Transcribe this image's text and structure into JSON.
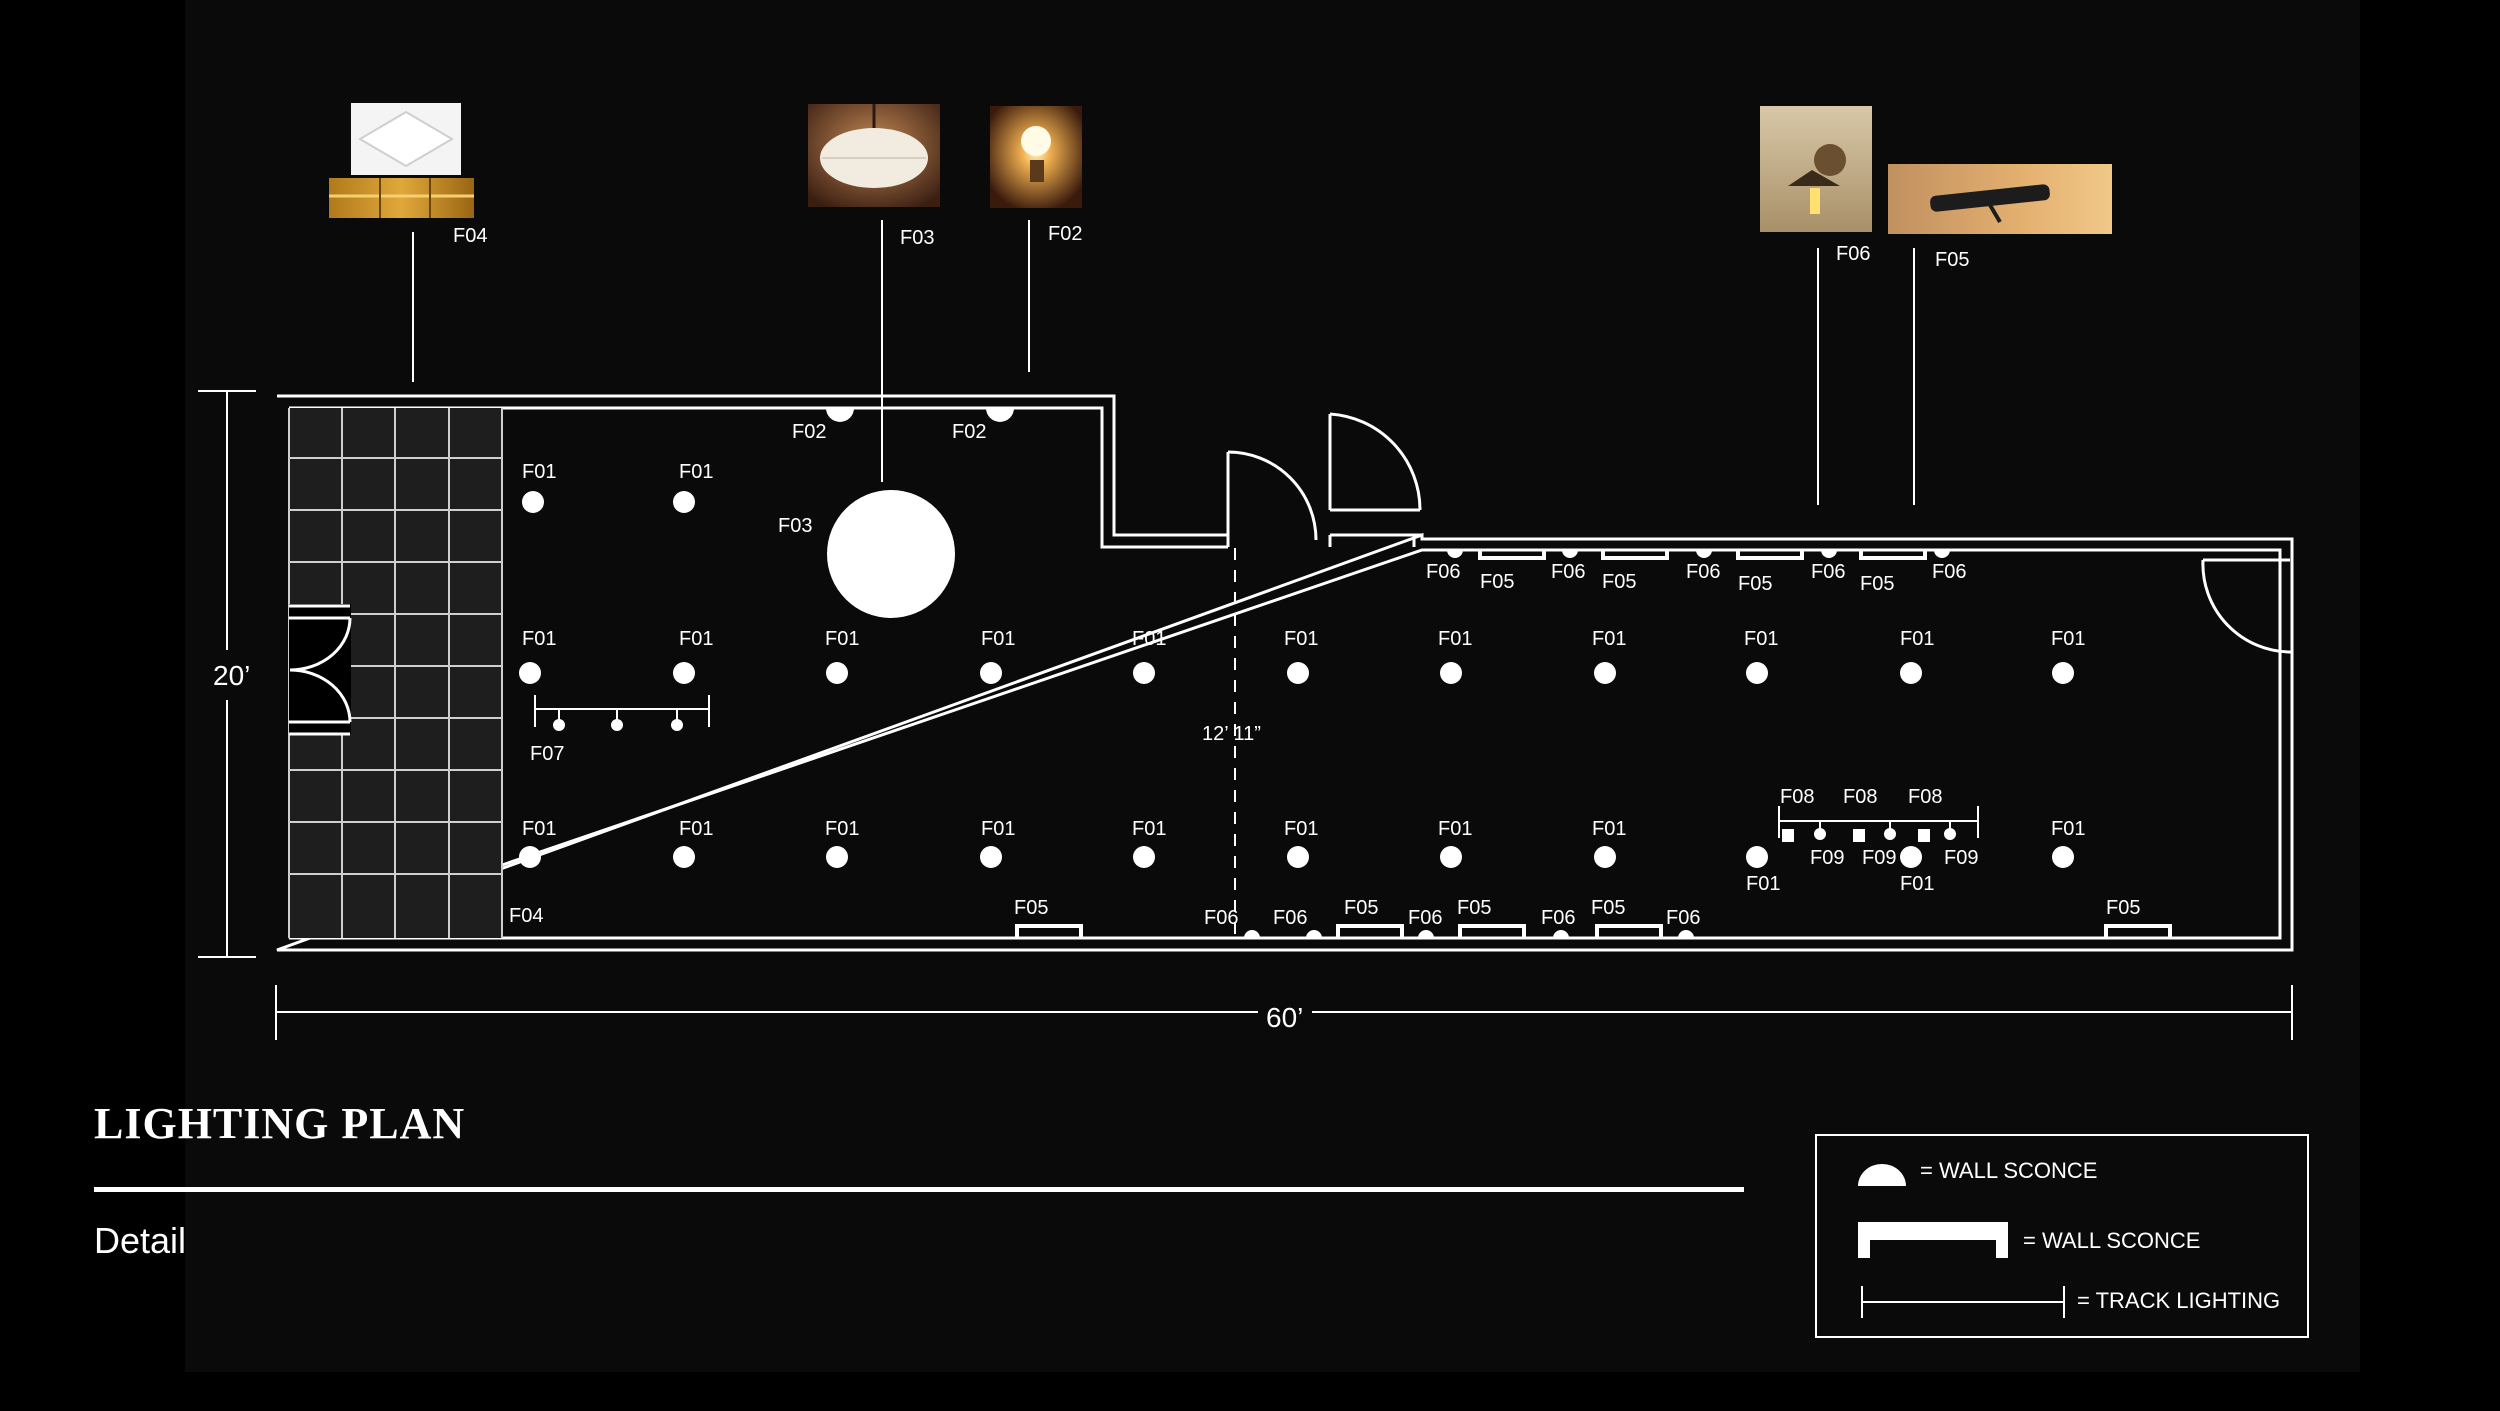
{
  "page": {
    "title": "LIGHTING PLAN",
    "subtitle": "Detail"
  },
  "colors": {
    "background": "#000000",
    "panel": "#0a0a0a",
    "line": "#ffffff",
    "tile": "#202020"
  },
  "dimensions": {
    "height_label": "20’",
    "width_label": "60’",
    "partition_label": "12’ 11”"
  },
  "photos": [
    {
      "label": "F04",
      "icon": "ceiling-panel-light-photo"
    },
    {
      "label": "F03",
      "icon": "pendant-lamp-photo"
    },
    {
      "label": "F02",
      "icon": "wall-sconce-glow-photo"
    },
    {
      "label": "F06",
      "icon": "barn-sconce-photo"
    },
    {
      "label": "F05",
      "icon": "picture-light-photo"
    }
  ],
  "fixtures": {
    "F01": "F01",
    "F02": "F02",
    "F03": "F03",
    "F04": "F04",
    "F05": "F05",
    "F06": "F06",
    "F07": "F07",
    "F08": "F08",
    "F09": "F09"
  },
  "legend": [
    {
      "symbol": "half-circle-symbol",
      "label": "= WALL SCONCE"
    },
    {
      "symbol": "bracket-symbol",
      "label": "= WALL SCONCE"
    },
    {
      "symbol": "track-symbol",
      "label": "= TRACK LIGHTING"
    }
  ]
}
